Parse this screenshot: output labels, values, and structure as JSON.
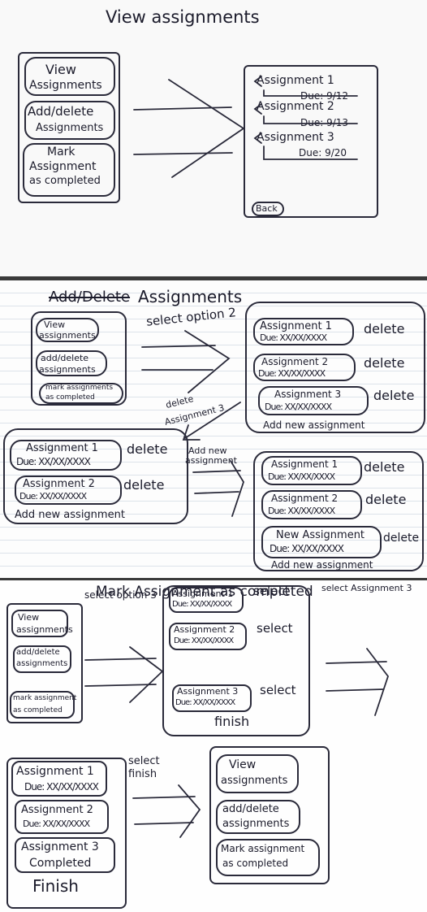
{
  "panel1": {
    "title": "View assignments",
    "menu": {
      "view": [
        "View",
        "Assignments"
      ],
      "add_delete": [
        "Add/delete",
        "Assignments"
      ],
      "mark": [
        "Mark",
        "Assignment",
        "as completed"
      ]
    },
    "items": [
      {
        "name": "Assignment 1",
        "due": "Due: 9/12"
      },
      {
        "name": "Assignment 2",
        "due": "Due: 9/13"
      },
      {
        "name": "Assignment 3",
        "due": "Due: 9/20"
      }
    ],
    "back": "Back"
  },
  "panel2": {
    "title_struck": "Add/Delete",
    "title_rest": "Assignments",
    "menu": {
      "view": [
        "View",
        "assignments"
      ],
      "add_delete": [
        "add/delete",
        "assignments"
      ],
      "mark": [
        "mark assignments",
        "as completed"
      ]
    },
    "select_label": "select option 2",
    "list_a": [
      {
        "name": "Assignment 1",
        "due": "Due: XX/XX/XXXX",
        "action": "delete"
      },
      {
        "name": "Assignment 2",
        "due": "Due: XX/XX/XXXX",
        "action": "delete"
      },
      {
        "name": "Assignment 3",
        "due": "Due: XX/XX/XXXX",
        "action": "delete"
      }
    ],
    "add_new": "Add new assignment",
    "delete_label": [
      "delete",
      "Assignment 3"
    ],
    "add_new_label": [
      "Add new",
      "assignment"
    ],
    "list_b": [
      {
        "name": "Assignment 1",
        "due": "Due: XX/XX/XXXX",
        "action": "delete"
      },
      {
        "name": "Assignment 2",
        "due": "Due: XX/XX/XXXX",
        "action": "delete"
      }
    ],
    "list_c": [
      {
        "name": "Assignment 1",
        "due": "Due: XX/XX/XXXX",
        "action": "delete"
      },
      {
        "name": "Assignment 2",
        "due": "Due: XX/XX/XXXX",
        "action": "delete"
      },
      {
        "name": "New Assignment",
        "due": "Due: XX/XX/XXXX",
        "action": "delete"
      }
    ]
  },
  "panel3": {
    "title": "Mark Assignment as completed",
    "menu": {
      "view": [
        "View",
        "assignments"
      ],
      "add_delete": [
        "add/delete",
        "assignments"
      ],
      "mark": [
        "mark assignment",
        "as completed"
      ]
    },
    "select_option3": "select option 3",
    "select_list": [
      {
        "name": "Assignment 1",
        "due": "Due: XX/XX/XXXX",
        "action": "select"
      },
      {
        "name": "Assignment 2",
        "due": "Due: XX/XX/XXXX",
        "action": "select"
      },
      {
        "name": "Assignment 3",
        "due": "Due: XX/XX/XXXX",
        "action": "select"
      }
    ],
    "finish": "finish",
    "select_assignment3": "select Assignment 3",
    "completed_list": [
      {
        "name": "Assignment 1",
        "due": "Due: XX/XX/XXXX"
      },
      {
        "name": "Assignment 2",
        "due": "Due: XX/XX/XXXX"
      },
      {
        "name": "Assignment 3",
        "due": "Completed"
      }
    ],
    "finish2": "Finish",
    "select_finish": [
      "select",
      "finish"
    ],
    "final_menu": {
      "view": [
        "View",
        "assignments"
      ],
      "add_delete": [
        "add/delete",
        "assignments"
      ],
      "mark": [
        "Mark assignment",
        "as completed"
      ]
    }
  }
}
